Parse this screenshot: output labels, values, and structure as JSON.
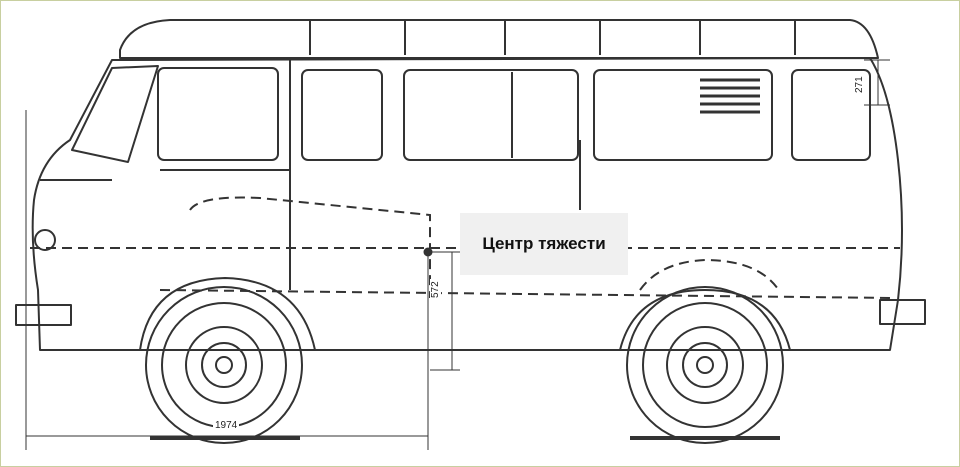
{
  "diagram": {
    "cog_label": "Центр тяжести",
    "dimensions": {
      "wheelbase_to_cog": "1974",
      "cog_height": "572",
      "roof_height": "271"
    }
  },
  "colors": {
    "line": "#333333",
    "background": "#ffffff",
    "label_bg": "#f0f0f0"
  }
}
